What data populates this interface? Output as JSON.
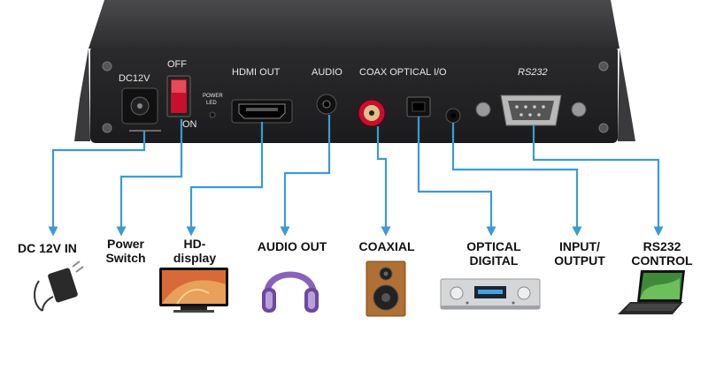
{
  "panel": {
    "dc": "DC12V",
    "off": "OFF",
    "on": "ON",
    "hdmi": "HDMI  OUT",
    "audio": "AUDIO",
    "coax_optical": "COAX  OPTICAL  I/O",
    "rs232": "RS232",
    "power_led_1": "POWER",
    "power_led_2": "LED"
  },
  "labels": {
    "dc_in": "DC 12V IN",
    "power_1": "Power",
    "power_2": "Switch",
    "hd_1": "HD-",
    "hd_2": "display",
    "audio_out": "AUDIO OUT",
    "coaxial": "COAXIAL",
    "optical_1": "OPTICAL",
    "optical_2": "DIGITAL",
    "io_1": "INPUT/",
    "io_2": "OUTPUT",
    "rs232_1": "RS232",
    "rs232_2": "CONTROL"
  },
  "colors": {
    "connector_line": "#3a9bd5",
    "panel": "#2a2a2c",
    "switch": "#c8102e"
  },
  "icons": [
    "power-adapter-icon",
    "tv-icon",
    "headphones-icon",
    "speaker-icon",
    "amplifier-icon",
    "laptop-icon"
  ]
}
